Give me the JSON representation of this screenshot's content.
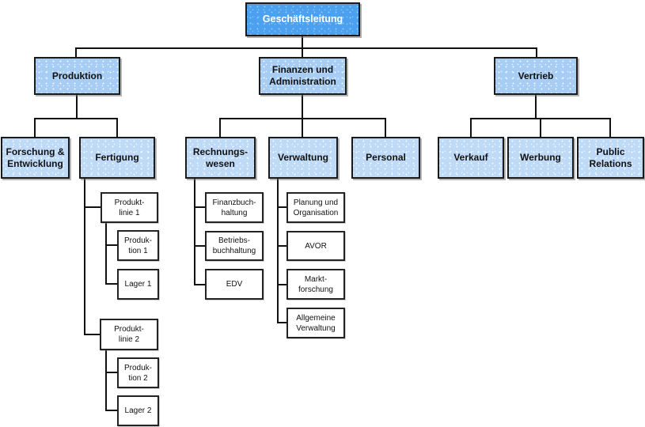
{
  "colors": {
    "level1_fill": "#4ba1f0",
    "level2_fill": "#a7cdf4",
    "level3_fill": "#bedaf7",
    "level4_fill": "#ffffff",
    "border": "#1a1a1a",
    "connector": "#111111"
  },
  "org": {
    "nodes": {
      "geschaeftsleitung": {
        "label": "Geschäftsleitung",
        "level": 1,
        "parent": null
      },
      "produktion": {
        "label": "Produktion",
        "level": 2,
        "parent": "geschaeftsleitung"
      },
      "finanzen": {
        "label": "Finanzen und\nAdministration",
        "level": 2,
        "parent": "geschaeftsleitung"
      },
      "vertrieb": {
        "label": "Vertrieb",
        "level": 2,
        "parent": "geschaeftsleitung"
      },
      "forschung": {
        "label": "Forschung &\nEntwicklung",
        "level": 3,
        "parent": "produktion"
      },
      "fertigung": {
        "label": "Fertigung",
        "level": 3,
        "parent": "produktion"
      },
      "rechnungswesen": {
        "label": "Rechnungs-\nwesen",
        "level": 3,
        "parent": "finanzen"
      },
      "verwaltung": {
        "label": "Verwaltung",
        "level": 3,
        "parent": "finanzen"
      },
      "personal": {
        "label": "Personal",
        "level": 3,
        "parent": "finanzen"
      },
      "verkauf": {
        "label": "Verkauf",
        "level": 3,
        "parent": "vertrieb"
      },
      "werbung": {
        "label": "Werbung",
        "level": 3,
        "parent": "vertrieb"
      },
      "public_relations": {
        "label": "Public\nRelations",
        "level": 3,
        "parent": "vertrieb"
      },
      "produktlinie1": {
        "label": "Produkt-\nlinie 1",
        "level": 4,
        "parent": "fertigung"
      },
      "produktion1": {
        "label": "Produk-\ntion 1",
        "level": 5,
        "parent": "produktlinie1"
      },
      "lager1": {
        "label": "Lager 1",
        "level": 5,
        "parent": "produktlinie1"
      },
      "produktlinie2": {
        "label": "Produkt-\nlinie 2",
        "level": 4,
        "parent": "fertigung"
      },
      "produktion2": {
        "label": "Produk-\ntion 2",
        "level": 5,
        "parent": "produktlinie2"
      },
      "lager2": {
        "label": "Lager 2",
        "level": 5,
        "parent": "produktlinie2"
      },
      "finanzbuchhaltung": {
        "label": "Finanzbuch-\nhaltung",
        "level": 4,
        "parent": "rechnungswesen"
      },
      "betriebsbuchhaltung": {
        "label": "Betriebs-\nbuchhaltung",
        "level": 4,
        "parent": "rechnungswesen"
      },
      "edv": {
        "label": "EDV",
        "level": 4,
        "parent": "rechnungswesen"
      },
      "planung": {
        "label": "Planung und\nOrganisation",
        "level": 4,
        "parent": "verwaltung"
      },
      "avor": {
        "label": "AVOR",
        "level": 4,
        "parent": "verwaltung"
      },
      "marktforschung": {
        "label": "Markt-\nforschung",
        "level": 4,
        "parent": "verwaltung"
      },
      "allgemeine_verwaltung": {
        "label": "Allgemeine\nVerwaltung",
        "level": 4,
        "parent": "verwaltung"
      }
    }
  }
}
